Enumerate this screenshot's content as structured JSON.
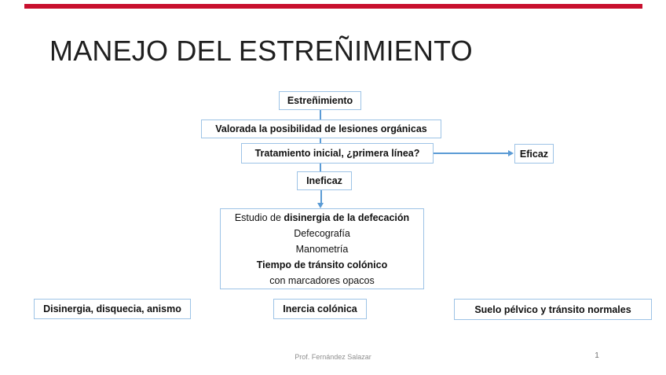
{
  "slide": {
    "title": "MANEJO DEL ESTREÑIMIENTO",
    "accent_bar_color": "#C8102E",
    "footer": {
      "author": "Prof. Fernández Salazar",
      "page_number": "1"
    }
  },
  "flowchart": {
    "colors": {
      "box_border": "#9DC3E6",
      "connector": "#5B9BD5",
      "text": "#111111"
    },
    "nodes": {
      "estrenimiento": "Estreñimiento",
      "valorada": "Valorada la posibilidad de lesiones orgánicas",
      "tratamiento": "Tratamiento inicial, ¿primera línea?",
      "eficaz": "Eficaz",
      "ineficaz": "Ineficaz",
      "study": {
        "line1_prefix": "Estudio de ",
        "line1_bold": "disinergia de la defecación",
        "line2": "Defecografía",
        "line3": "Manometría",
        "line4_bold": "Tiempo de tránsito colónico",
        "line5": "con marcadores opacos"
      },
      "outcome_left": "Disinergia, disquecia, anismo",
      "outcome_center": "Inercia colónica",
      "outcome_right": "Suelo pélvico y tránsito normales"
    }
  }
}
